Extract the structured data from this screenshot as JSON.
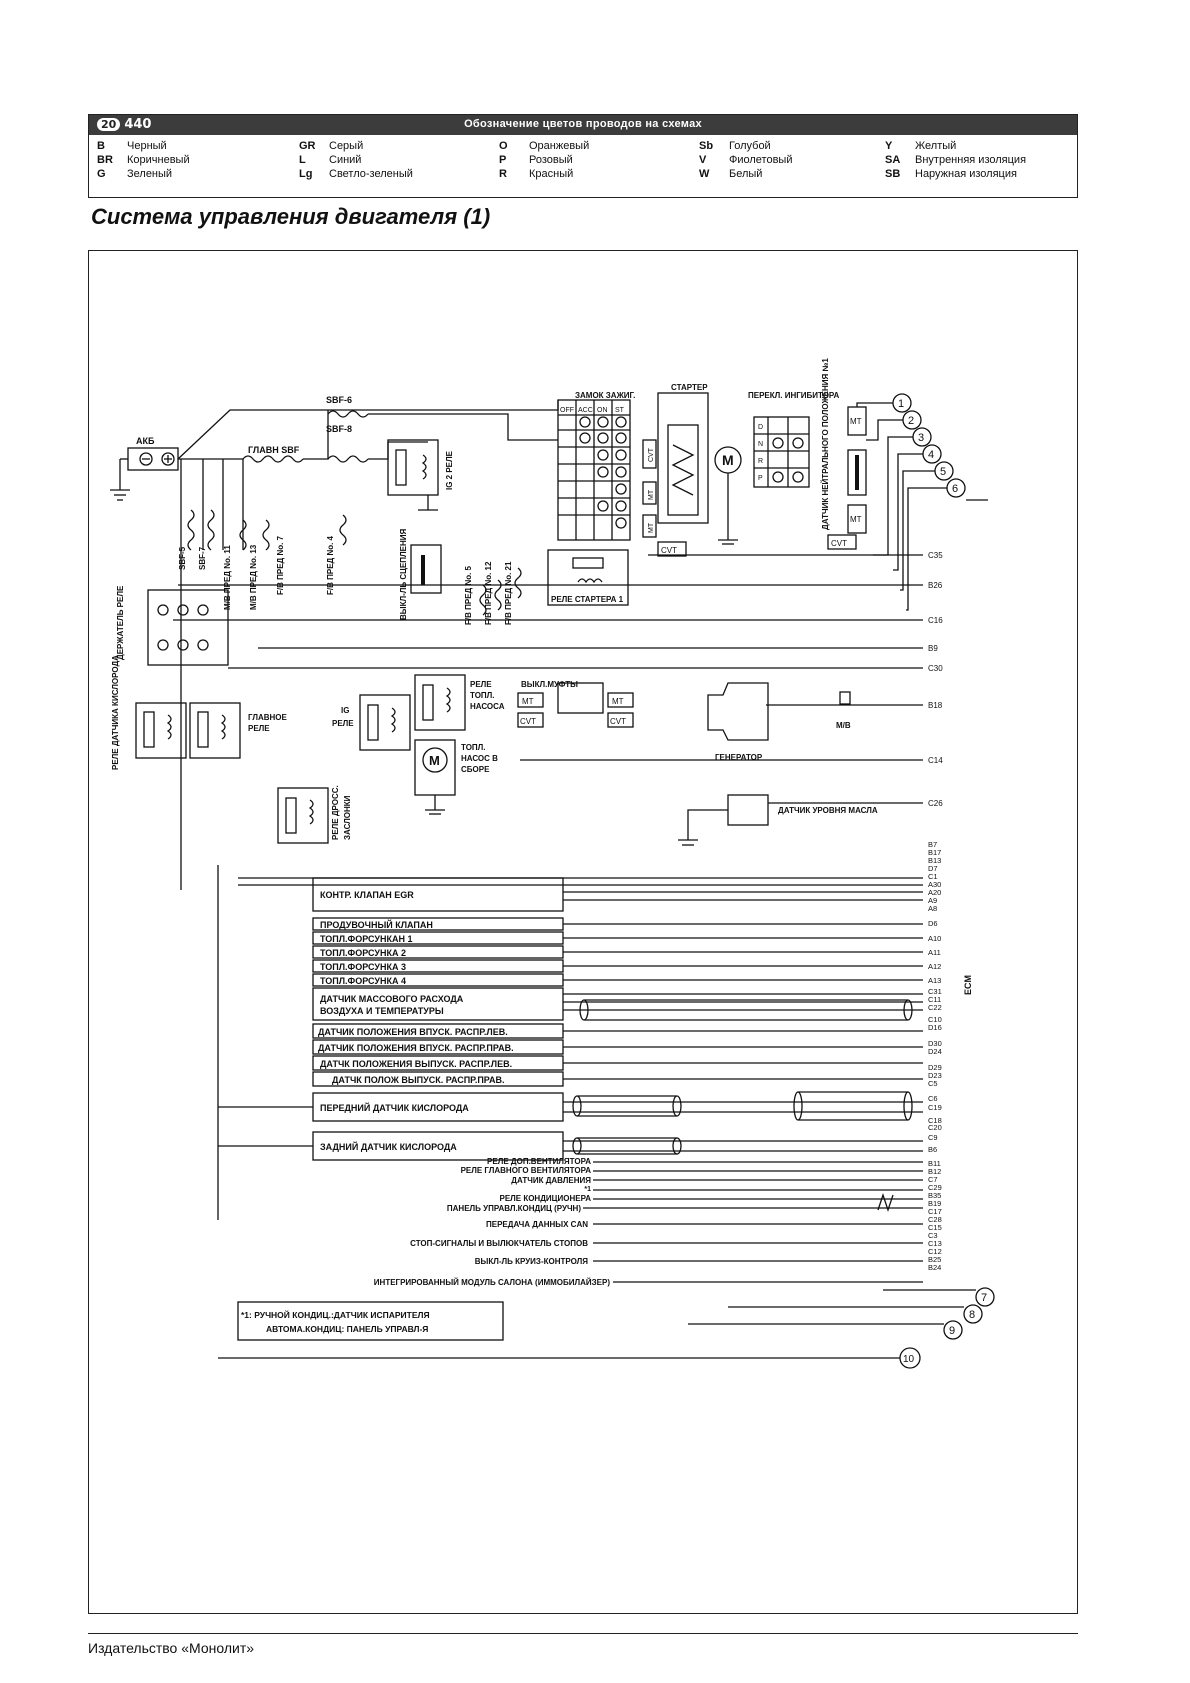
{
  "header": {
    "section_number": "20",
    "page_number": "440",
    "title": "Обозначение цветов проводов на схемах"
  },
  "legend": [
    [
      {
        "code": "B",
        "name": "Черный"
      },
      {
        "code": "BR",
        "name": "Коричневый"
      },
      {
        "code": "G",
        "name": "Зеленый"
      }
    ],
    [
      {
        "code": "GR",
        "name": "Серый"
      },
      {
        "code": "L",
        "name": "Синий"
      },
      {
        "code": "Lg",
        "name": "Светло-зеленый"
      }
    ],
    [
      {
        "code": "O",
        "name": "Оранжевый"
      },
      {
        "code": "P",
        "name": "Розовый"
      },
      {
        "code": "R",
        "name": "Красный"
      }
    ],
    [
      {
        "code": "Sb",
        "name": "Голубой"
      },
      {
        "code": "V",
        "name": "Фиолетовый"
      },
      {
        "code": "W",
        "name": "Белый"
      }
    ],
    [
      {
        "code": "Y",
        "name": "Желтый"
      },
      {
        "code": "SA",
        "name": "Внутренняя изоляция"
      },
      {
        "code": "SB",
        "name": "Наружная изоляция"
      }
    ]
  ],
  "section_title": "Система управления двигателя (1)",
  "diagram": {
    "battery": "АКБ",
    "main_fuse": "ГЛАВН SBF",
    "sbf6": "SBF-6",
    "sbf8": "SBF-8",
    "sbf5": "SBF-5",
    "sbf7": "SBF-7",
    "ignition_switch": "ЗАМОК ЗАЖИГ.",
    "ign_positions": [
      "OFF",
      "ACC",
      "ON",
      "ST"
    ],
    "starter": "СТАРТЕР",
    "inhibitor": "ПЕРЕКЛ. ИНГИБИТОРА",
    "inhibitor_positions": [
      "D",
      "N",
      "R",
      "P"
    ],
    "neutral_sensor": "ДАТЧИК НЕЙТРАЛЬНОГО ПОЛОЖЕНИЯ №1",
    "ig2_relay": "IG 2 РЕЛЕ",
    "fuses": [
      "M/B ПРЕД No. 11",
      "M/B ПРЕД No. 13",
      "F/B ПРЕД No. 7",
      "F/B ПРЕД No. 4",
      "F/B ПРЕД No. 5",
      "F/B ПРЕД No. 12",
      "F/B ПРЕД No. 21"
    ],
    "clutch_switch": "ВЫКЛ-ЛЬ СЦЕПЛЕНИЯ",
    "starter_relay": "РЕЛЕ СТАРТЕРА 1",
    "relay_holder": "ДЕРЖАТЕЛЬ РЕЛЕ",
    "o2_relay": "РЕЛЕ ДАТЧИКА КИСЛОРОДА",
    "main_relay": "ГЛАВНОЕ РЕЛЕ",
    "ig_relay": "РЕЛЕ IG",
    "fuel_pump_relay": "РЕЛЕ ТОПЛ. НАСОСА",
    "throttle_relay": "РЕЛЕ ДРОСС. ЗАСЛОНКИ",
    "fuel_pump": "ТОПЛ. НАСОС В СБОРЕ",
    "clutch": "ВЫКЛ.МУФТЫ",
    "generator": "ГЕНЕРАТОР",
    "mb": "M/B",
    "oil_sensor": "ДАТЧИК УРОВНЯ МАСЛА",
    "mt": "MT",
    "cvt": "CVT",
    "motor": "M",
    "ecm": "ECM",
    "numbers": [
      "1",
      "2",
      "3",
      "4",
      "5",
      "6",
      "7",
      "8",
      "9",
      "10"
    ],
    "pins_right": [
      "C35",
      "B26",
      "C16",
      "B9",
      "C30",
      "B18",
      "C14",
      "C26"
    ],
    "boxes": [
      "КОНТР. КЛАПАН EGR",
      "ПРОДУВОЧНЫЙ КЛАПАН",
      "ТОПЛ.ФОРСУНКАН  1",
      "ТОПЛ.ФОРСУНКА    2",
      "ТОПЛ.ФОРСУНКА    3",
      "ТОПЛ.ФОРСУНКА 4",
      "ДАТЧИК МАССОВОГО РАСХОДА",
      "ВОЗДУХА И ТЕМПЕРАТУРЫ",
      "ДАТЧИК ПОЛОЖЕНИЯ ВПУСК. РАСПР.ЛЕВ.",
      "ДАТЧИК ПОЛОЖЕНИЯ ВПУСК. РАСПР.ПРАВ.",
      "ДАТЧК ПОЛОЖЕНИЯ ВЫПУСК. РАСПР.ЛЕВ.",
      "ДАТЧК ПОЛОЖ ВЫПУСК. РАСПР.ПРАВ.",
      "ПЕРЕДНИЙ ДАТЧИК КИСЛОРОДА",
      "ЗАДНИЙ ДАТЧИК КИСЛОРОДА"
    ],
    "pins_ecm": [
      "B7",
      "B17",
      "B13",
      "D7",
      "C1",
      "A30",
      "A20",
      "A9",
      "A8",
      "D6",
      "A10",
      "A11",
      "A12",
      "A13",
      "C31",
      "C11",
      "C22",
      "C10",
      "D16",
      "D30",
      "D24",
      "D29",
      "D23",
      "C5",
      "C6",
      "C19",
      "C18",
      "C20",
      "C9",
      "B6",
      "B11",
      "B12",
      "C7",
      "C29",
      "B35",
      "B19",
      "C17",
      "C28",
      "C15",
      "C3",
      "C13",
      "C12",
      "B25",
      "B24"
    ],
    "signals": [
      "РЕЛЕ ДОП.ВЕНТИЛЯТОРА",
      "РЕЛЕ ГЛАВНОГО ВЕНТИЛЯТОРА",
      "ДАТЧИК ДАВЛЕНИЯ",
      "*1",
      "РЕЛЕ КОНДИЦИОНЕРА",
      "ПАНЕЛЬ УПРАВЛ.КОНДИЦ (РУЧН)",
      "ПЕРЕДАЧА ДАННЫХ CAN",
      "СТОП-СИГНАЛЫ И ВЫЛЮКЧАТЕЛЬ СТОПОВ",
      "ВЫКЛ-ЛЬ КРУИЗ-КОНТРОЛЯ",
      "ИНТЕГРИРОВАННЫЙ МОДУЛЬ САЛОНА (ИММОБИЛАЙЗЕР)"
    ],
    "note_line1": "*1: РУЧНОЙ КОНДИЦ.:ДАТЧИК ИСПАРИТЕЛЯ",
    "note_line2": "АВТОМА.КОНДИЦ: ПАНЕЛЬ УПРАВЛ-Я"
  },
  "footer": "Издательство «Монолит»"
}
